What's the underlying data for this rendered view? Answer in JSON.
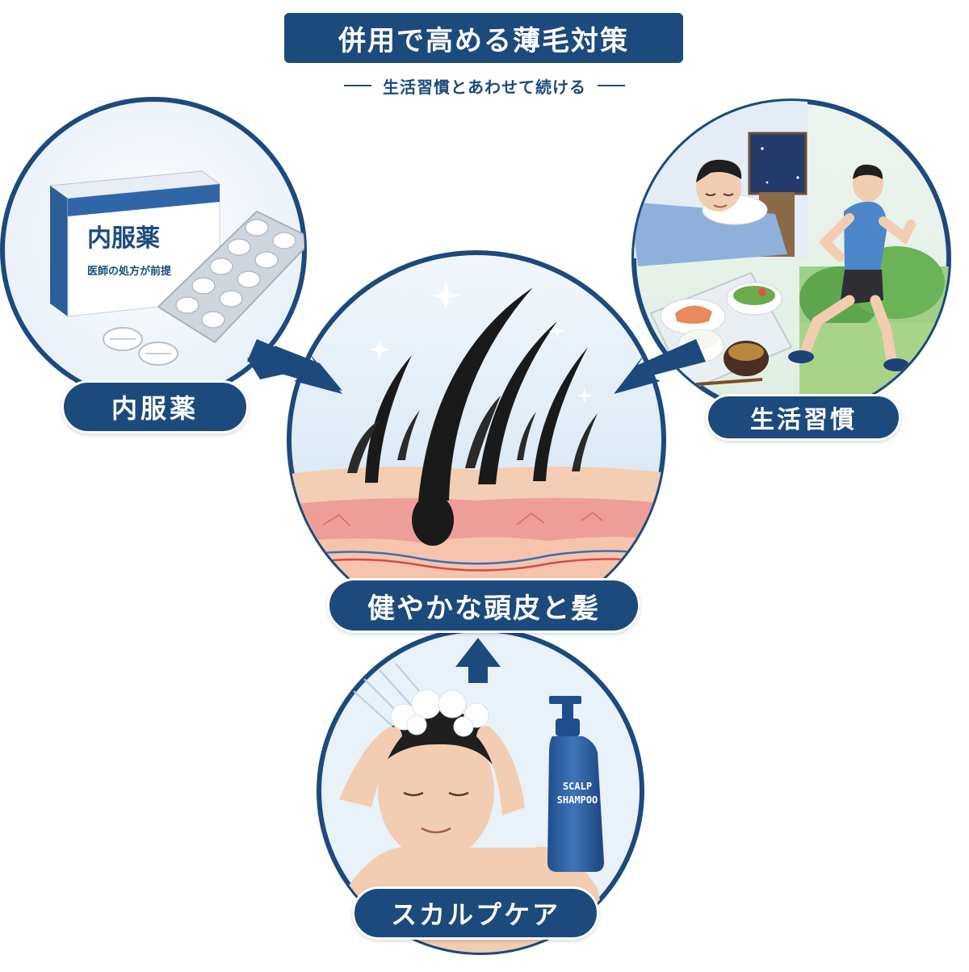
{
  "header": {
    "title": "併用で高める薄毛対策",
    "subtitle": "生活習慣とあわせて続ける"
  },
  "nodes": {
    "medication": {
      "label": "内服薬",
      "box_title": "内服薬",
      "box_note": "医師の処方が前提"
    },
    "lifestyle": {
      "label": "生活習慣"
    },
    "center": {
      "label": "健やかな頭皮と髪"
    },
    "scalp_care": {
      "label": "スカルプケア",
      "bottle_line1": "SCALP",
      "bottle_line2": "SHAMPOO"
    }
  },
  "colors": {
    "navy": "#1d4a7c",
    "skin": "#f3d0b6",
    "hair": "#1a1a1a",
    "sky": "#dbe9f5"
  },
  "icons": [
    "medicine-box-icon",
    "tablet-blister-icon",
    "moon-icon",
    "sleeping-man-icon",
    "running-man-icon",
    "meal-tray-icon",
    "hair-follicle-icon",
    "shower-icon",
    "shampoo-bottle-icon"
  ]
}
